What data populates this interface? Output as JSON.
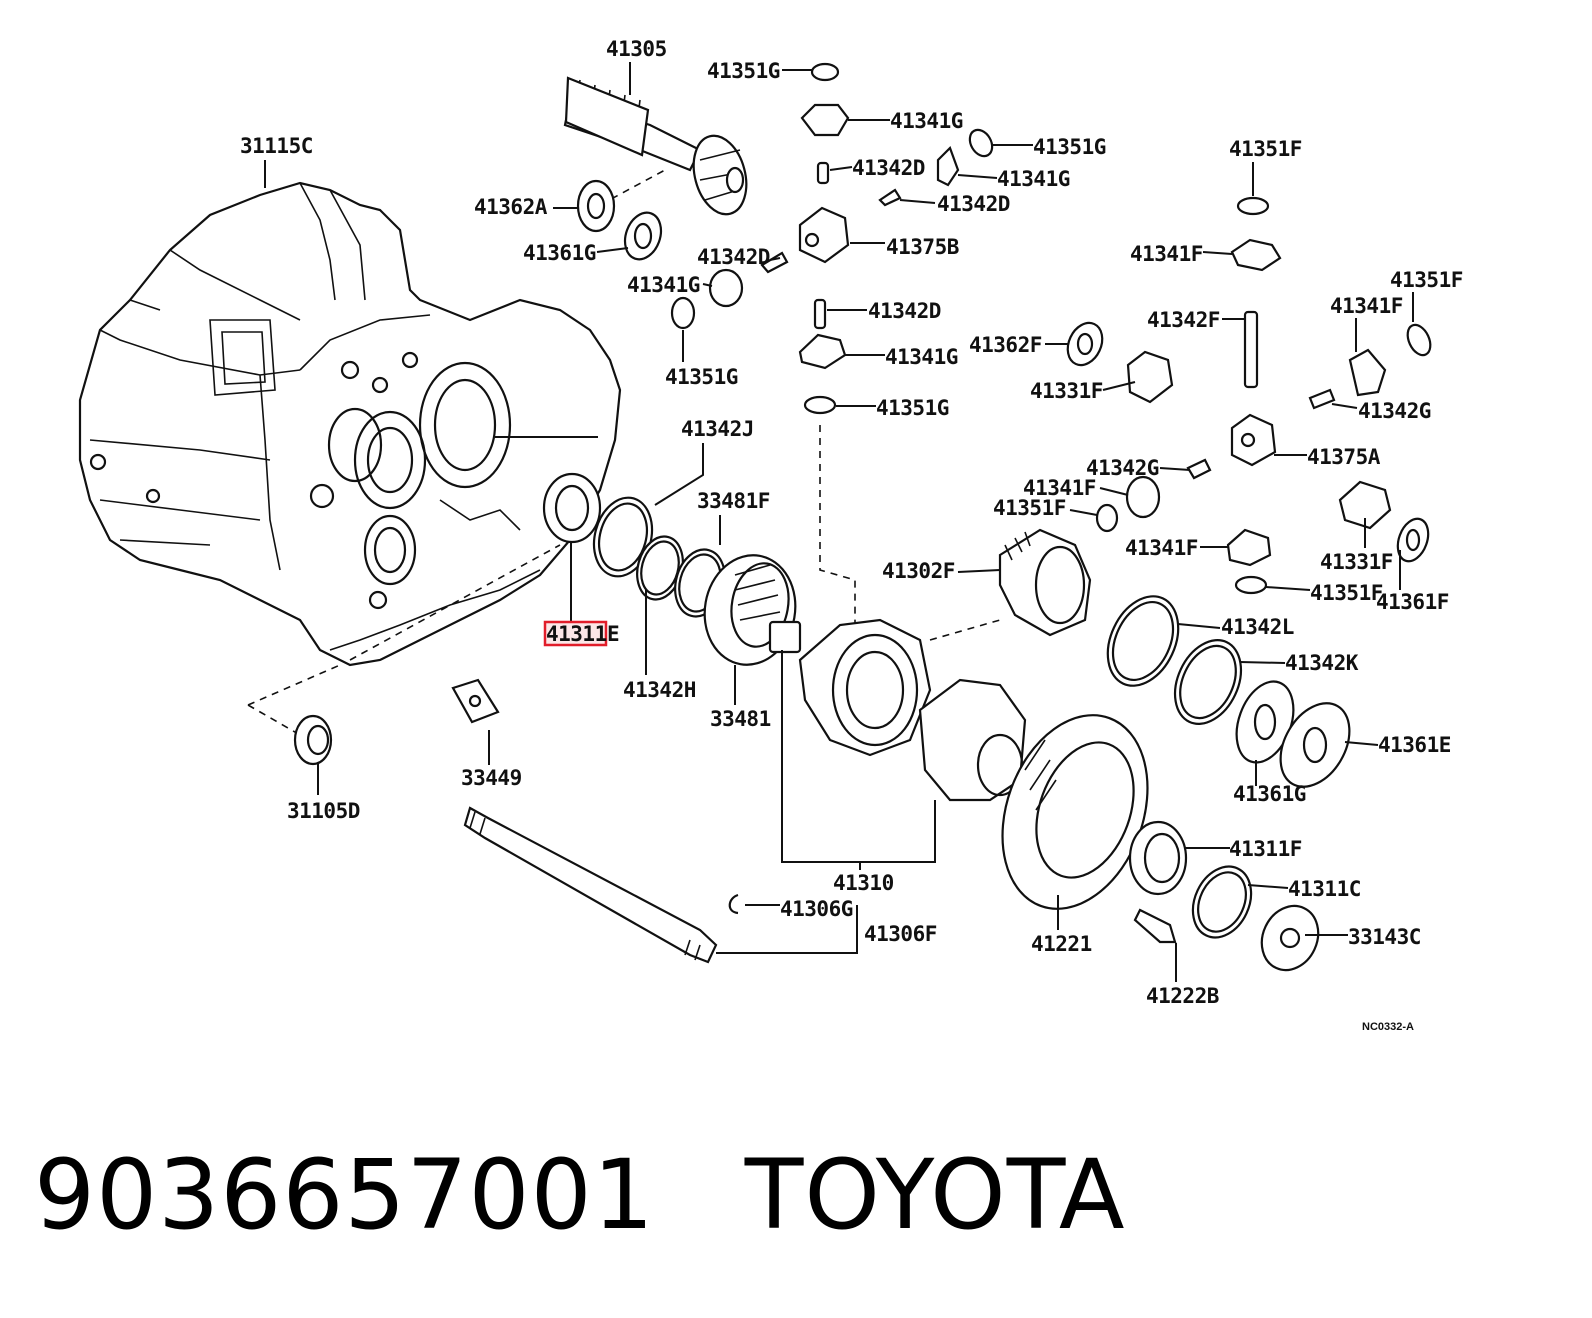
{
  "diagram": {
    "figure_code": "NC0332-A",
    "highlight_color": "#e11d2a",
    "highlighted_part": "41311",
    "highlighted_part_suffix": "E",
    "labels": [
      {
        "id": "l-41305",
        "text": "41305"
      },
      {
        "id": "l-41351G-a",
        "text": "41351G"
      },
      {
        "id": "l-41341G-a",
        "text": "41341G"
      },
      {
        "id": "l-41351G-b",
        "text": "41351G"
      },
      {
        "id": "l-41342D-a",
        "text": "41342D"
      },
      {
        "id": "l-41341G-b",
        "text": "41341G"
      },
      {
        "id": "l-41342D-b",
        "text": "41342D"
      },
      {
        "id": "l-41375B",
        "text": "41375B"
      },
      {
        "id": "l-31115C",
        "text": "31115C"
      },
      {
        "id": "l-41362A",
        "text": "41362A"
      },
      {
        "id": "l-41361G-a",
        "text": "41361G"
      },
      {
        "id": "l-41342D-c",
        "text": "41342D"
      },
      {
        "id": "l-41341G-c",
        "text": "41341G"
      },
      {
        "id": "l-41351G-c",
        "text": "41351G"
      },
      {
        "id": "l-41342D-d",
        "text": "41342D"
      },
      {
        "id": "l-41341G-d",
        "text": "41341G"
      },
      {
        "id": "l-41351G-d",
        "text": "41351G"
      },
      {
        "id": "l-41351F-a",
        "text": "41351F"
      },
      {
        "id": "l-41341F-a",
        "text": "41341F"
      },
      {
        "id": "l-41351F-b",
        "text": "41351F"
      },
      {
        "id": "l-41341F-b",
        "text": "41341F"
      },
      {
        "id": "l-41342F",
        "text": "41342F"
      },
      {
        "id": "l-41362F",
        "text": "41362F"
      },
      {
        "id": "l-41331F-a",
        "text": "41331F"
      },
      {
        "id": "l-41342G-a",
        "text": "41342G"
      },
      {
        "id": "l-41375A",
        "text": "41375A"
      },
      {
        "id": "l-41342G-b",
        "text": "41342G"
      },
      {
        "id": "l-41341F-c",
        "text": "41341F"
      },
      {
        "id": "l-41351F-c",
        "text": "41351F"
      },
      {
        "id": "l-41341F-d",
        "text": "41341F"
      },
      {
        "id": "l-41331F-b",
        "text": "41331F"
      },
      {
        "id": "l-41351F-d",
        "text": "41351F"
      },
      {
        "id": "l-41361F",
        "text": "41361F"
      },
      {
        "id": "l-41342J",
        "text": "41342J"
      },
      {
        "id": "l-33481F",
        "text": "33481F"
      },
      {
        "id": "l-41302F",
        "text": "41302F"
      },
      {
        "id": "l-41342L",
        "text": "41342L"
      },
      {
        "id": "l-41342K",
        "text": "41342K"
      },
      {
        "id": "l-41361E",
        "text": "41361E"
      },
      {
        "id": "l-41361G-b",
        "text": "41361G"
      },
      {
        "id": "l-41342H",
        "text": "41342H"
      },
      {
        "id": "l-33481",
        "text": "33481"
      },
      {
        "id": "l-33449",
        "text": "33449"
      },
      {
        "id": "l-31105D",
        "text": "31105D"
      },
      {
        "id": "l-41310",
        "text": "41310"
      },
      {
        "id": "l-41311F",
        "text": "41311F"
      },
      {
        "id": "l-41311C",
        "text": "41311C"
      },
      {
        "id": "l-33143C",
        "text": "33143C"
      },
      {
        "id": "l-41221",
        "text": "41221"
      },
      {
        "id": "l-41222B",
        "text": "41222B"
      },
      {
        "id": "l-41306G",
        "text": "41306G"
      },
      {
        "id": "l-41306F",
        "text": "41306F"
      }
    ]
  },
  "footer": {
    "part_number": "9036657001",
    "brand": "TOYOTA"
  }
}
